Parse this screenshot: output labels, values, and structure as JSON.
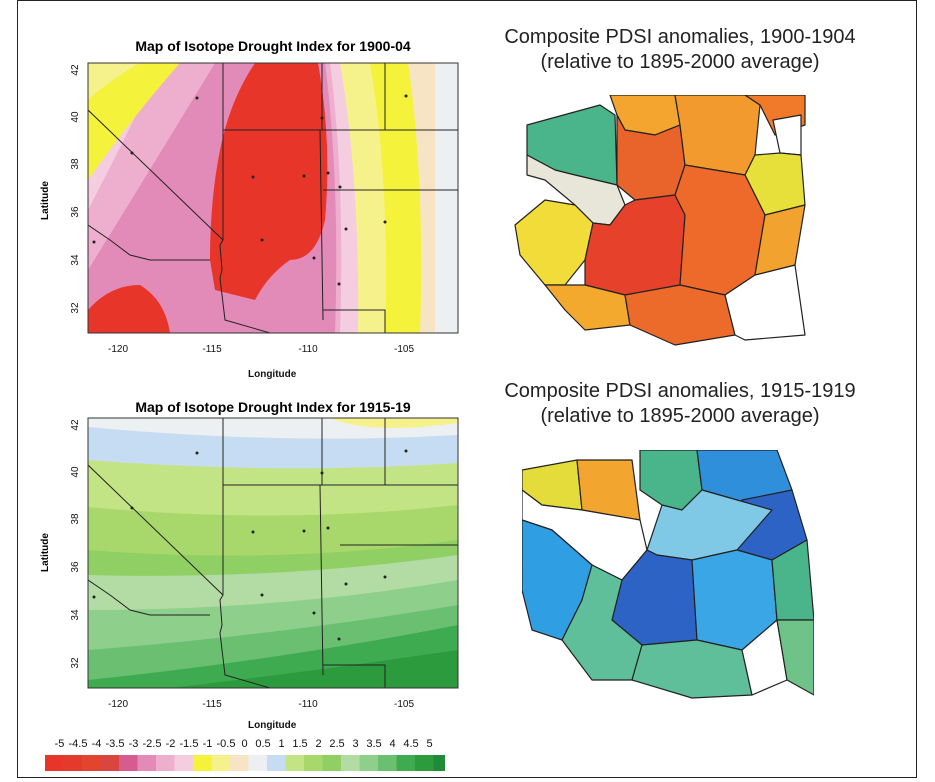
{
  "top_map": {
    "title": "Map of Isotope Drought Index for 1900-04",
    "xlabel": "Longitude",
    "ylabel": "Latitude",
    "x_ticks": [
      "-120",
      "-115",
      "-110",
      "-105"
    ],
    "y_ticks": [
      "32",
      "34",
      "36",
      "38",
      "40",
      "42"
    ]
  },
  "bottom_map": {
    "title": "Map of Isotope Drought Index for 1915-19",
    "xlabel": "Longitude",
    "ylabel": "Latitude",
    "x_ticks": [
      "-120",
      "-115",
      "-110",
      "-105"
    ],
    "y_ticks": [
      "32",
      "34",
      "36",
      "38",
      "40",
      "42"
    ]
  },
  "top_composite": {
    "title_line1": "Composite PDSI anomalies, 1900-1904",
    "title_line2": "(relative to 1895-2000 average)"
  },
  "bottom_composite": {
    "title_line1": "Composite PDSI anomalies, 1915-1919",
    "title_line2": "(relative to 1895-2000 average)"
  },
  "legend": {
    "labels": [
      "-5",
      "-4.5",
      "-4",
      "-3.5",
      "-3",
      "-2.5",
      "-2",
      "-1.5",
      "-1",
      "-0.5",
      "0",
      "0.5",
      "1",
      "1.5",
      "2",
      "2.5",
      "3",
      "3.5",
      "4",
      "4.5",
      "5"
    ],
    "colors": [
      "#e8352a",
      "#e43a2c",
      "#e2442e",
      "#d94640",
      "#d65c8f",
      "#e28bb8",
      "#eeaecd",
      "#f4cde0",
      "#f4f23a",
      "#f5f28c",
      "#f7e4c4",
      "#edf0f2",
      "#c6dcf2",
      "#c3e485",
      "#a8d86c",
      "#8fcf63",
      "#b2dca4",
      "#8fcf8c",
      "#6bbf70",
      "#3eab51",
      "#2b9b3d",
      "#1f8a37"
    ]
  }
}
